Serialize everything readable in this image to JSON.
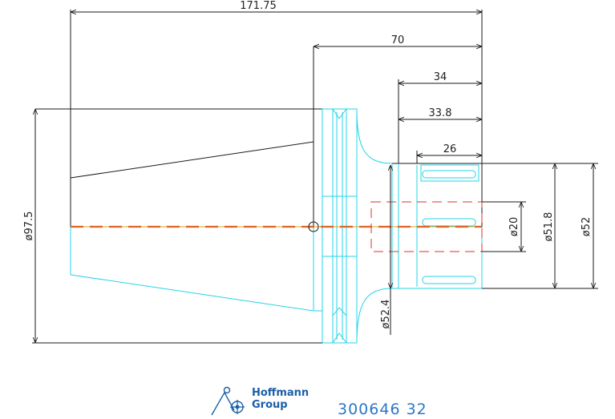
{
  "drawing": {
    "dimensions": {
      "overall_length": "171.75",
      "gauge_length": "70",
      "bore_depth": "34",
      "clamp_length_338": "33.8",
      "clamp_length_26": "26",
      "bore_diameter": "ø20",
      "nose_diameter_518": "ø51.8",
      "nose_diameter_52": "ø52",
      "collar_diameter": "ø52.4",
      "flange_diameter": "ø97.5"
    }
  },
  "footer": {
    "brand_line1": "Hoffmann",
    "brand_line2": "Group",
    "article_number": "300646 32",
    "brand_color": "#1b5fa8"
  }
}
